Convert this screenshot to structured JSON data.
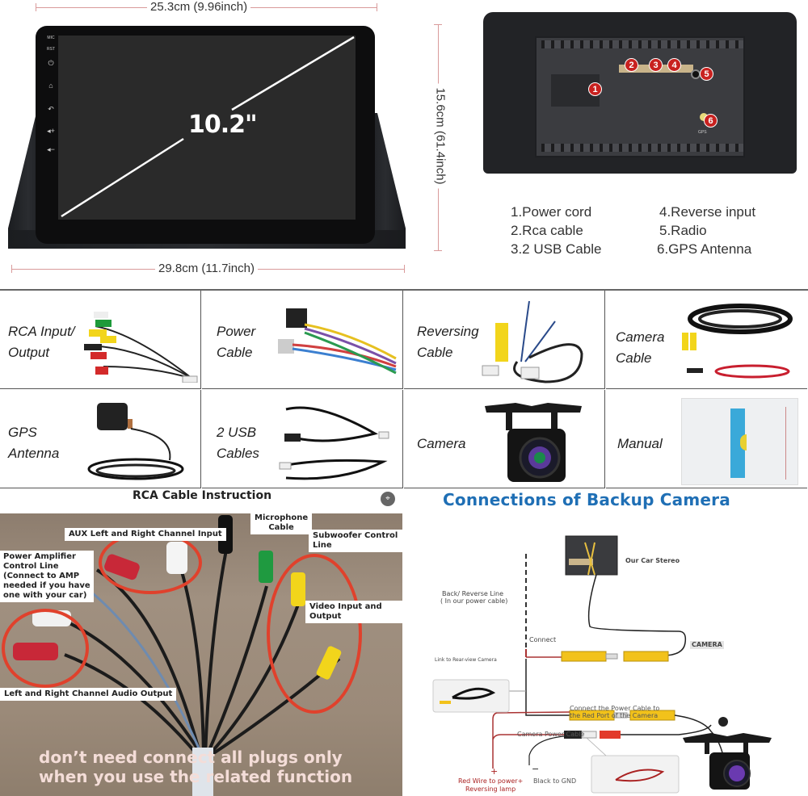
{
  "dimensions": {
    "screen_width": "25.3cm (9.96inch)",
    "unit_width": "29.8cm (11.7inch)",
    "unit_height": "15.6cm (61.4inch)",
    "screen_size": "10.2\"",
    "side_buttons": [
      "MIC",
      "RST",
      "power-icon",
      "home-icon",
      "back-icon",
      "volume-up-icon",
      "volume-down-icon"
    ]
  },
  "back_panel": {
    "badges": [
      "1",
      "2",
      "3",
      "4",
      "5",
      "6"
    ],
    "gps_tag": "GPS",
    "legend": [
      "1.Power cord",
      "2.Rca cable",
      "3.2 USB Cable",
      "4.Reverse input",
      "5.Radio",
      "6.GPS Antenna"
    ]
  },
  "accessories": [
    {
      "label_line1": "RCA Input/",
      "label_line2": "Output"
    },
    {
      "label_line1": "Power",
      "label_line2": "Cable"
    },
    {
      "label_line1": "Reversing",
      "label_line2": "Cable"
    },
    {
      "label_line1": "Camera",
      "label_line2": "Cable"
    },
    {
      "label_line1": "GPS",
      "label_line2": "Antenna"
    },
    {
      "label_line1": "2 USB",
      "label_line2": "Cables"
    },
    {
      "label_line1": "Camera",
      "label_line2": ""
    },
    {
      "label_line1": "Manual",
      "label_line2": ""
    }
  ],
  "rca_instruction": {
    "title": "RCA Cable Instruction",
    "callouts": {
      "aux": "AUX Left and Right Channel Input",
      "mic_1": "Microphone",
      "mic_2": "Cable",
      "sub": "Subwoofer Control Line",
      "amp_1": "Power Amplifier",
      "amp_2": "Control Line",
      "amp_3": "(Connect to AMP",
      "amp_4": "needed if you have",
      "amp_5": "one with your car)",
      "video": "Video Input and Output",
      "audio_out": "Left and Right Channel Audio Output"
    },
    "overlay_line1": "don’t need connect all plugs only",
    "overlay_line2": "when you use the related function"
  },
  "backup_camera": {
    "title": "Connections of Backup Camera",
    "stereo_label": "Our Car Stereo",
    "reverse_line_1": "Back/ Reverse Line",
    "reverse_line_2": "( In our power cable)",
    "connect": "Connect",
    "camera_tag": "CAMERA",
    "link_label": "Link to Rear-view Camera",
    "power_note_1": "Connect the Power Cable to",
    "power_note_2": "the Red Port of the Camera",
    "power_cable": "Camera Power Cable",
    "plus": "+",
    "minus": "−",
    "red_wire_1": "Red Wire to power+",
    "red_wire_2": "Reversing lamp",
    "black_gnd": "Black to GND"
  },
  "colors": {
    "title_blue": "#1f6fb5",
    "badge_red": "#c8211f",
    "ring_red": "#e0412c",
    "rca_yellow": "#f2c21b"
  }
}
